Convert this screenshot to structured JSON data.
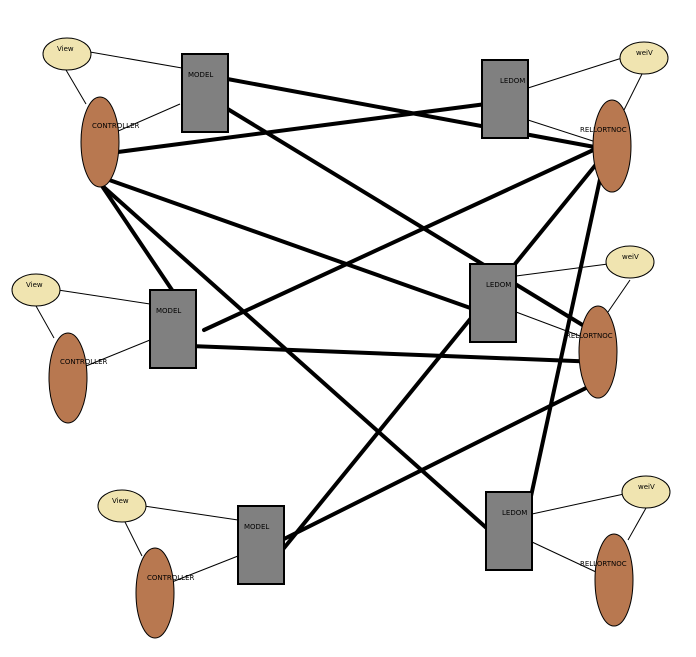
{
  "colors": {
    "model": "#808080",
    "controller": "#b87850",
    "view": "#f0e4b0",
    "connector": "#000000"
  },
  "groups": [
    {
      "view_label": "View",
      "model_label": "MODEL",
      "controller_label": "CONTROLLER"
    },
    {
      "view_label": "View",
      "model_label": "MODEL",
      "controller_label": "CONTROLLER"
    },
    {
      "view_label": "View",
      "model_label": "MODEL",
      "controller_label": "CONTROLLER"
    },
    {
      "view_label": "weiV",
      "model_label": "LEDOM",
      "controller_label": "RELLORTNOC"
    },
    {
      "view_label": "weiV",
      "model_label": "LEDOM",
      "controller_label": "RELLORTNOC"
    },
    {
      "view_label": "weiV",
      "model_label": "LEDOM",
      "controller_label": "RELLORTNOC"
    }
  ]
}
